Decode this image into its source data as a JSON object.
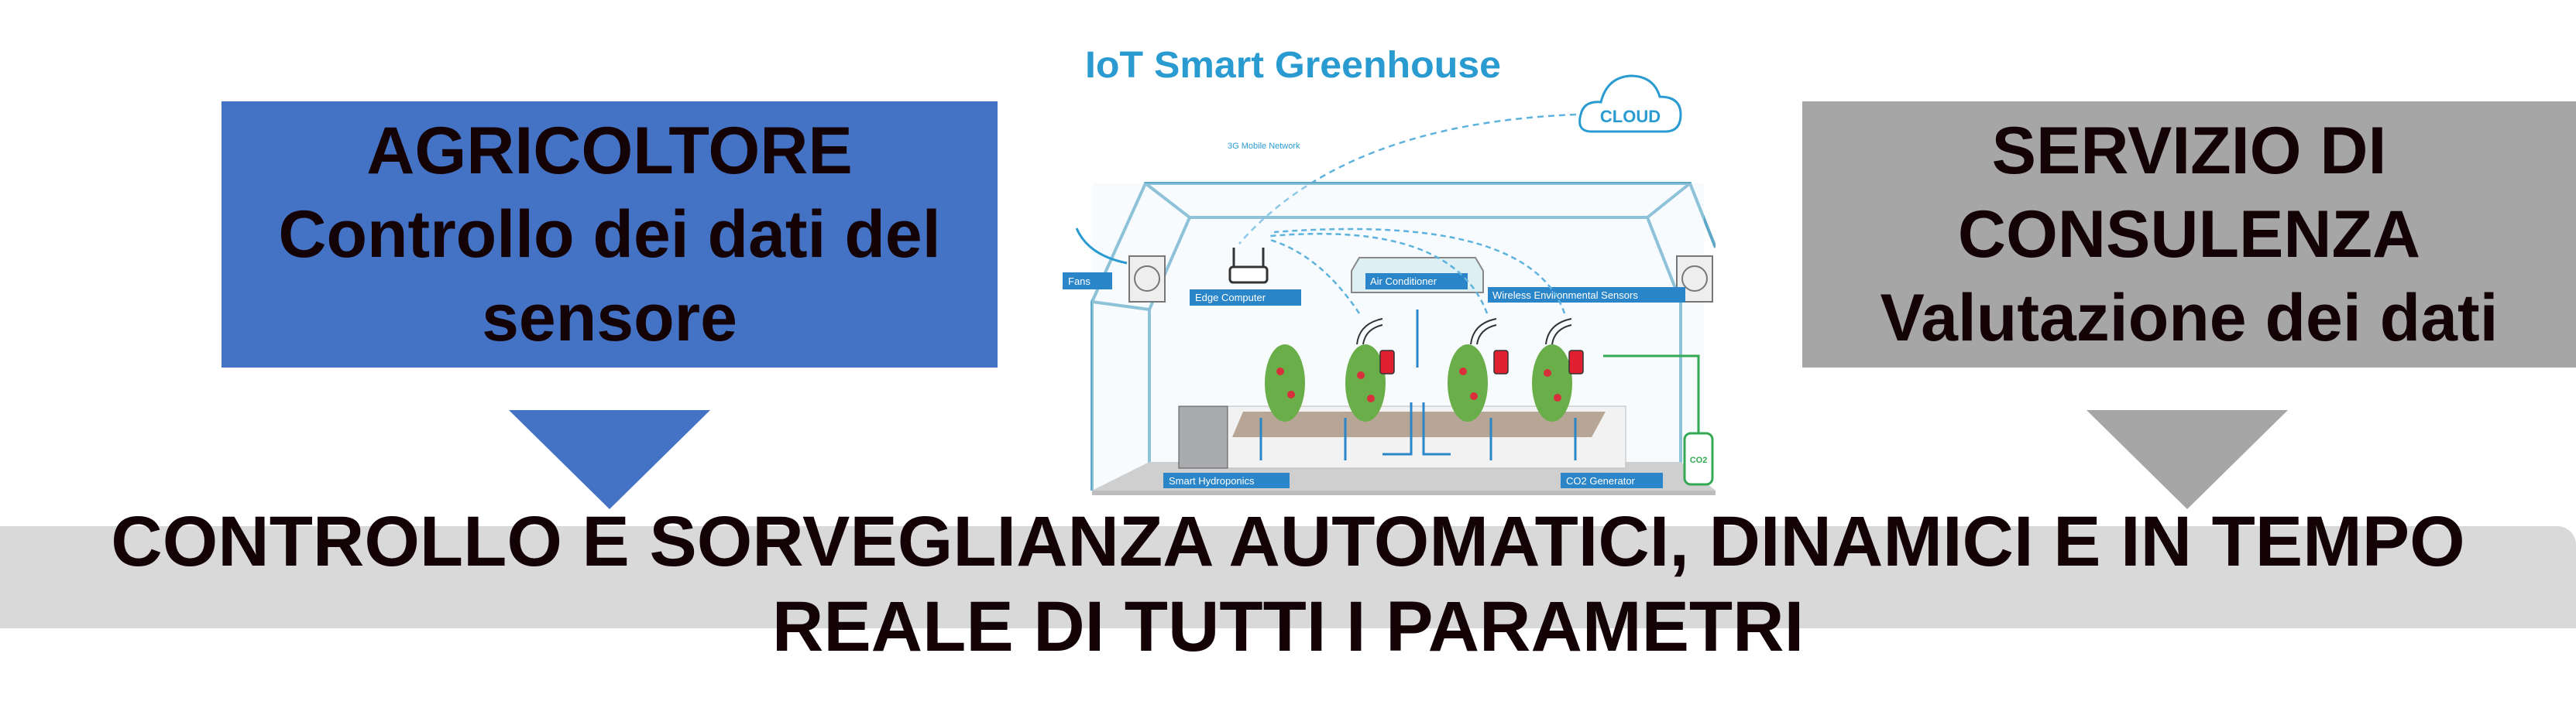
{
  "left_box": {
    "lines": [
      "AGRICOLTORE",
      "Controllo dei dati del",
      "sensore"
    ]
  },
  "right_box": {
    "lines": [
      "SERVIZIO DI",
      "CONSULENZA",
      "Valutazione dei dati"
    ]
  },
  "bottom_banner": {
    "lines": [
      "CONTROLLO E SORVEGLIANZA AUTOMATICI, DINAMICI E IN TEMPO",
      "REALE DI TUTTI I PARAMETRI"
    ]
  },
  "diagram": {
    "title": "IoT Smart Greenhouse",
    "cloud": "CLOUD",
    "network": "3G Mobile Network",
    "labels": {
      "fans": "Fans",
      "edge_computer": "Edge Computer",
      "air_conditioner": "Air Conditioner",
      "sensors": "Wireless Environmental Sensors",
      "hydroponics": "Smart Hydroponics",
      "co2_generator": "CO2 Generator",
      "co2_bottle": "CO2"
    }
  },
  "colors": {
    "blue": "#4472C4",
    "gray": "#A6A6A6",
    "banner": "#D9D9D9",
    "diagram_blue": "#2A9BD0",
    "text": "#140306"
  }
}
